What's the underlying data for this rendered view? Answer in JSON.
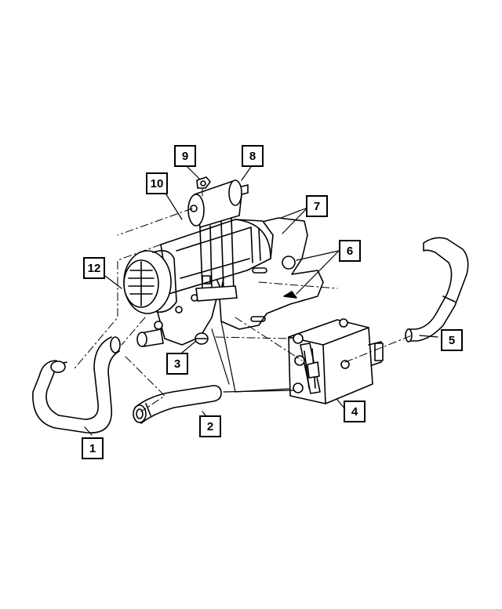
{
  "callouts": {
    "c1": "1",
    "c2": "2",
    "c3": "3",
    "c4": "4",
    "c5": "5",
    "c6": "6",
    "c7": "7",
    "c8": "8",
    "c9": "9",
    "c10": "10",
    "c12": "12"
  },
  "colors": {
    "line": "#000000",
    "background": "#ffffff"
  }
}
